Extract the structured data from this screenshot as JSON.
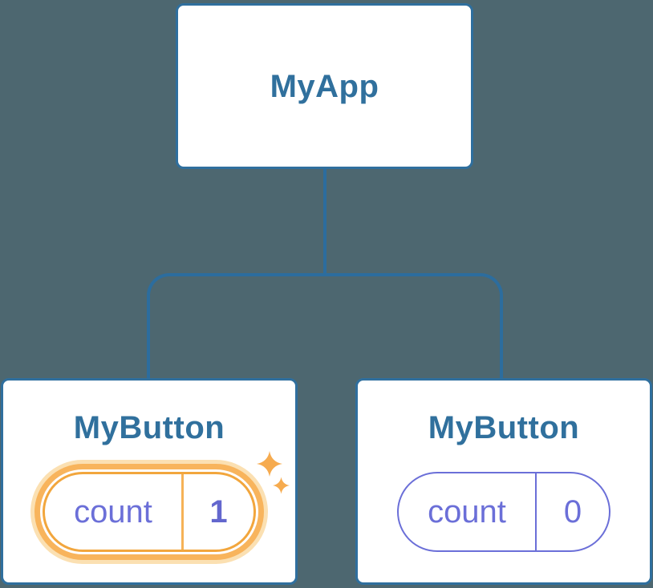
{
  "tree": {
    "root": {
      "label": "MyApp"
    },
    "children": [
      {
        "label": "MyButton",
        "state": {
          "key": "count",
          "value": "1"
        },
        "highlighted": true
      },
      {
        "label": "MyButton",
        "state": {
          "key": "count",
          "value": "0"
        },
        "highlighted": false
      }
    ]
  },
  "icons": {
    "sparkle_large": "sparkle-icon",
    "sparkle_small": "sparkle-icon"
  },
  "colors": {
    "background": "#4D6770",
    "connector_line": "#2C6D9E",
    "card_border": "#2F6F9E",
    "heading_text": "#30709D",
    "state_text": "#6B6FD8",
    "state_value_updated": "#6367CE",
    "pill_border_default": "#6B6FD8",
    "highlight_inner_border": "#F2A63D",
    "highlight_ring": "#F8B45C",
    "highlight_halo": "#FBE0B2",
    "sparkle": "#F6AB4F"
  }
}
